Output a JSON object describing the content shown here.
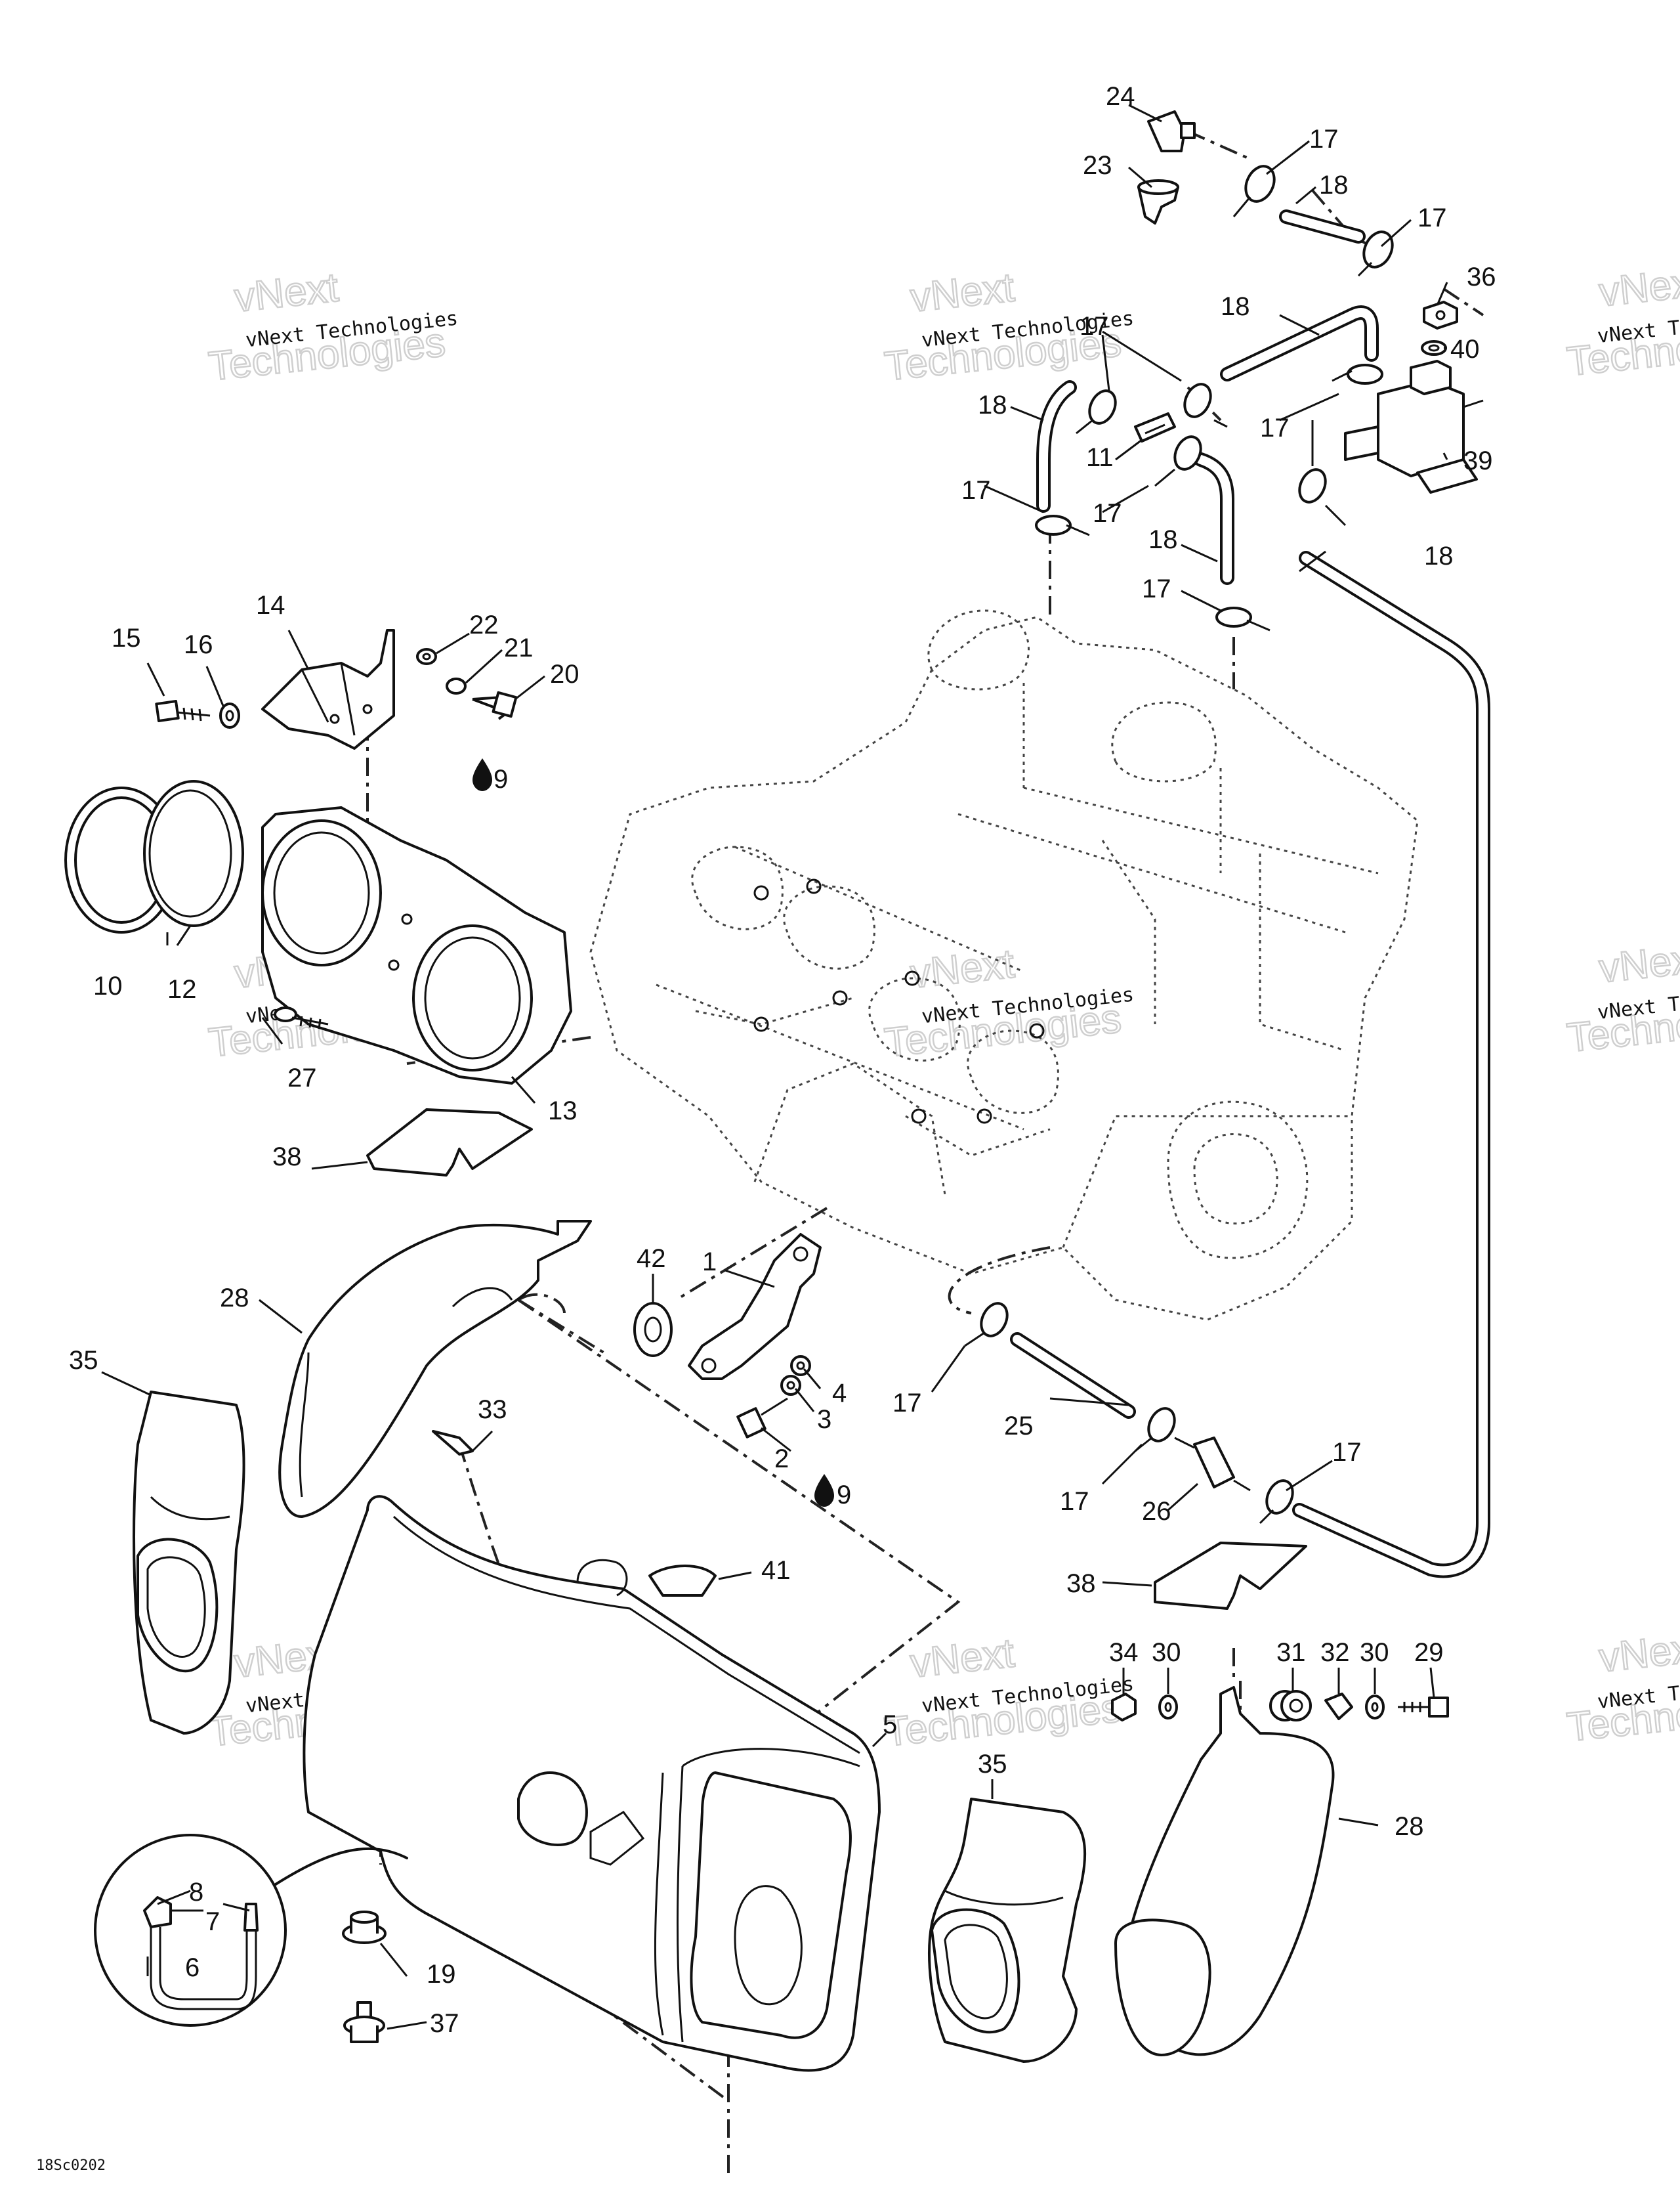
{
  "diagram": {
    "drawing_code": "18Sc0202",
    "watermark": {
      "small": "vNext Technologies",
      "large_line1": "vNext",
      "large_line2": "Technologies"
    },
    "drip_icon": "oil-drop-icon",
    "callouts": {
      "c1": "1",
      "c2": "2",
      "c3": "3",
      "c4": "4",
      "c5": "5",
      "c6": "6",
      "c7": "7",
      "c8": "8",
      "c9": "9",
      "c10": "10",
      "c11": "11",
      "c12": "12",
      "c13": "13",
      "c14": "14",
      "c15": "15",
      "c16": "16",
      "c17": "17",
      "c18": "18",
      "c19": "19",
      "c20": "20",
      "c21": "21",
      "c22": "22",
      "c23": "23",
      "c24": "24",
      "c25": "25",
      "c26": "26",
      "c27": "27",
      "c28": "28",
      "c29": "29",
      "c30": "30",
      "c31": "31",
      "c32": "32",
      "c33": "33",
      "c34": "34",
      "c35": "35",
      "c36": "36",
      "c37": "37",
      "c38": "38",
      "c39": "39",
      "c40": "40",
      "c41": "41",
      "c42": "42"
    }
  }
}
